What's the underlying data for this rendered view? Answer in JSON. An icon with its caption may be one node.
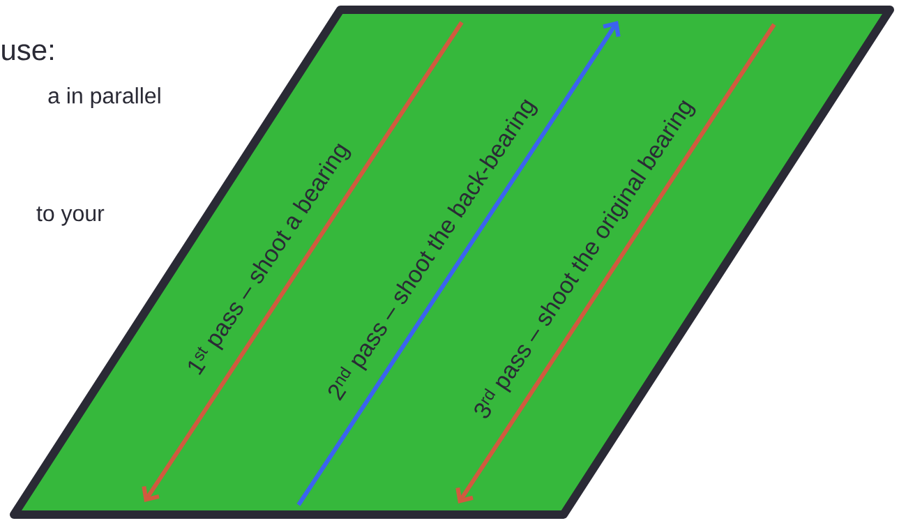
{
  "diagram": {
    "nodes": [
      {
        "text": [
          "1$^{st}$ pass – shoot a bearing",
          "2$^{nd}$ pass – shoot the back-bearing",
          "3$^{rd}$ pass – shoot the original bearing"
        ]
      }
    ],
    "labels": [
      "use:",
      "a in parallel",
      "to your"
    ]
  }
}
